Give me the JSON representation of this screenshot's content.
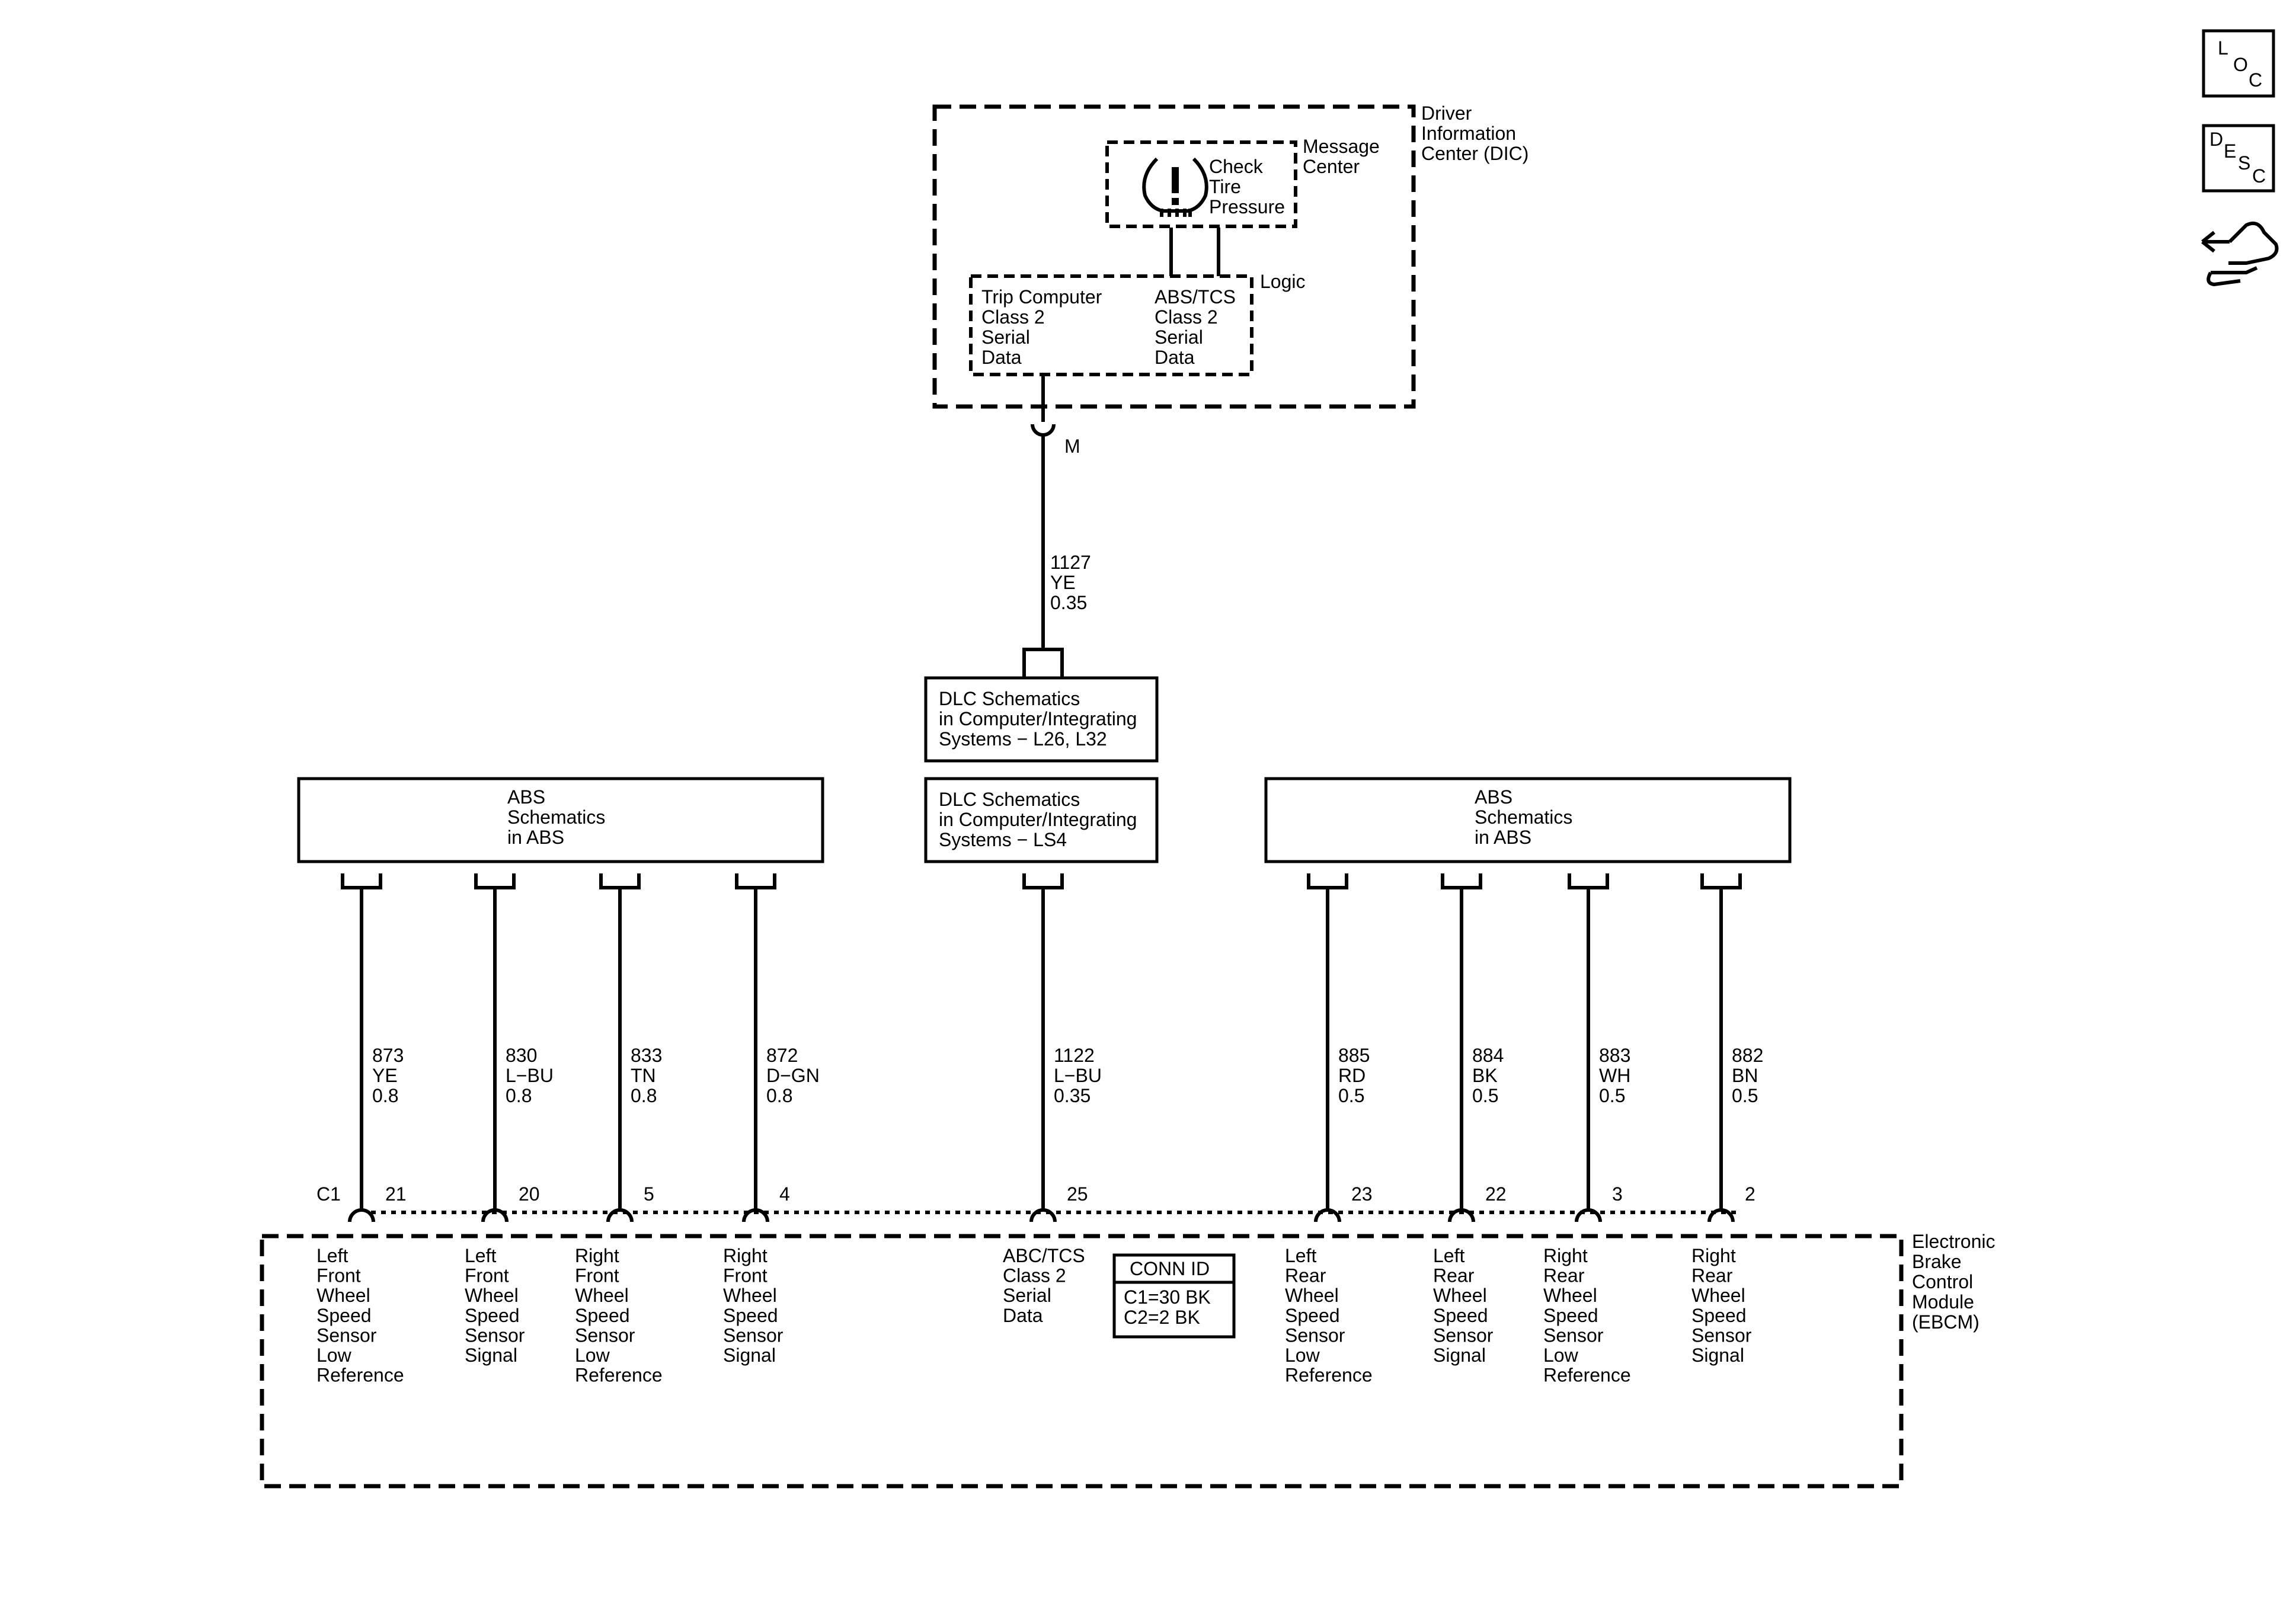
{
  "side_icons": [
    {
      "name": "loc",
      "letters": [
        "L",
        "O",
        "C"
      ]
    },
    {
      "name": "desc",
      "letters": [
        "D",
        "E",
        "S",
        "C"
      ]
    }
  ],
  "dic": {
    "title_lines": [
      "Driver",
      "Information",
      "Center (DIC)"
    ],
    "message_center_lines": [
      "Message",
      "Center"
    ],
    "tire_icon": "tire-pressure-warning-icon",
    "check_lines": [
      "Check",
      "Tire",
      "Pressure"
    ],
    "logic_label": "Logic",
    "trip_lines": [
      "Trip Computer",
      "Class 2",
      "Serial",
      "Data"
    ],
    "abs_tcs_lines": [
      "ABS/TCS",
      "Class 2",
      "Serial",
      "Data"
    ],
    "connector": "M"
  },
  "upper_wire": {
    "circuit": "1127",
    "color": "YE",
    "gauge": "0.35"
  },
  "dlc_boxes": [
    [
      "DLC Schematics",
      "in Computer/Integrating",
      "Systems − L26, L32"
    ],
    [
      "DLC Schematics",
      "in Computer/Integrating",
      "Systems − LS4"
    ]
  ],
  "abs_boxes": [
    [
      "ABS",
      "Schematics",
      "in ABS"
    ],
    [
      "ABS",
      "Schematics",
      "in ABS"
    ]
  ],
  "connector_label": "C1",
  "wires": [
    {
      "circuit": "873",
      "color": "YE",
      "gauge": "0.8",
      "pin": "21",
      "func": [
        "Left",
        "Front",
        "Wheel",
        "Speed",
        "Sensor",
        "Low",
        "Reference"
      ]
    },
    {
      "circuit": "830",
      "color": "L−BU",
      "gauge": "0.8",
      "pin": "20",
      "func": [
        "Left",
        "Front",
        "Wheel",
        "Speed",
        "Sensor",
        "Signal"
      ]
    },
    {
      "circuit": "833",
      "color": "TN",
      "gauge": "0.8",
      "pin": "5",
      "func": [
        "Right",
        "Front",
        "Wheel",
        "Speed",
        "Sensor",
        "Low",
        "Reference"
      ]
    },
    {
      "circuit": "872",
      "color": "D−GN",
      "gauge": "0.8",
      "pin": "4",
      "func": [
        "Right",
        "Front",
        "Wheel",
        "Speed",
        "Sensor",
        "Signal"
      ]
    },
    {
      "circuit": "1122",
      "color": "L−BU",
      "gauge": "0.35",
      "pin": "25",
      "func": [
        "ABC/TCS",
        "Class 2",
        "Serial",
        "Data"
      ]
    },
    {
      "circuit": "885",
      "color": "RD",
      "gauge": "0.5",
      "pin": "23",
      "func": [
        "Left",
        "Rear",
        "Wheel",
        "Speed",
        "Sensor",
        "Low",
        "Reference"
      ]
    },
    {
      "circuit": "884",
      "color": "BK",
      "gauge": "0.5",
      "pin": "22",
      "func": [
        "Left",
        "Rear",
        "Wheel",
        "Speed",
        "Sensor",
        "Signal"
      ]
    },
    {
      "circuit": "883",
      "color": "WH",
      "gauge": "0.5",
      "pin": "3",
      "func": [
        "Right",
        "Rear",
        "Wheel",
        "Speed",
        "Sensor",
        "Low",
        "Reference"
      ]
    },
    {
      "circuit": "882",
      "color": "BN",
      "gauge": "0.5",
      "pin": "2",
      "func": [
        "Right",
        "Rear",
        "Wheel",
        "Speed",
        "Sensor",
        "Signal"
      ]
    }
  ],
  "conn_id": {
    "title": "CONN ID",
    "lines": [
      "C1=30 BK",
      "C2=2 BK"
    ]
  },
  "ebcm": {
    "title_lines": [
      "Electronic",
      "Brake",
      "Control",
      "Module",
      "(EBCM)"
    ]
  }
}
